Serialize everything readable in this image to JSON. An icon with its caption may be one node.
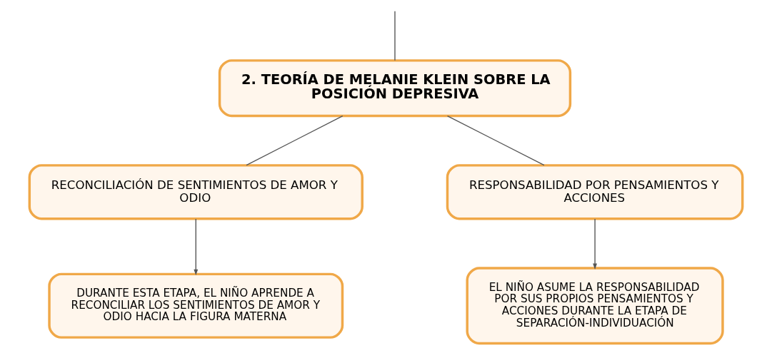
{
  "diagram": {
    "nodes": [
      {
        "text": [
          "2. TEORÍA DE MELANIE KLEIN SOBRE LA POSICIÓN DEPRESIVA"
        ]
      },
      {
        "text": [
          "RECONCILIACIÓN DE SENTIMIENTOS DE AMOR Y ODIO"
        ]
      },
      {
        "text": [
          "RESPONSABILIDAD POR PENSAMIENTOS Y ACCIONES"
        ]
      },
      {
        "text": [
          "DURANTE ESTA ETAPA, EL NIÑO APRENDE A RECONCILIAR LOS SENTIMIENTOS DE AMOR Y ODIO HACIA LA FIGURA MATERNA"
        ]
      },
      {
        "text": [
          "EL NIÑO ASUME LA RESPONSABILIDAD POR SUS PROPIOS PENSAMIENTOS Y ACCIONES DURANTE LA ETAPA DE SEPARACIÓN-INDIVIDUACIÓN"
        ]
      }
    ],
    "edges": [
      {
        "from": null,
        "to": 0,
        "arrow": "none"
      },
      {
        "from": 0,
        "to": 1,
        "arrow": "none"
      },
      {
        "from": 0,
        "to": 2,
        "arrow": "none"
      },
      {
        "from": 1,
        "to": 3,
        "arrow": "to"
      },
      {
        "from": 2,
        "to": 4,
        "arrow": "to"
      }
    ]
  }
}
